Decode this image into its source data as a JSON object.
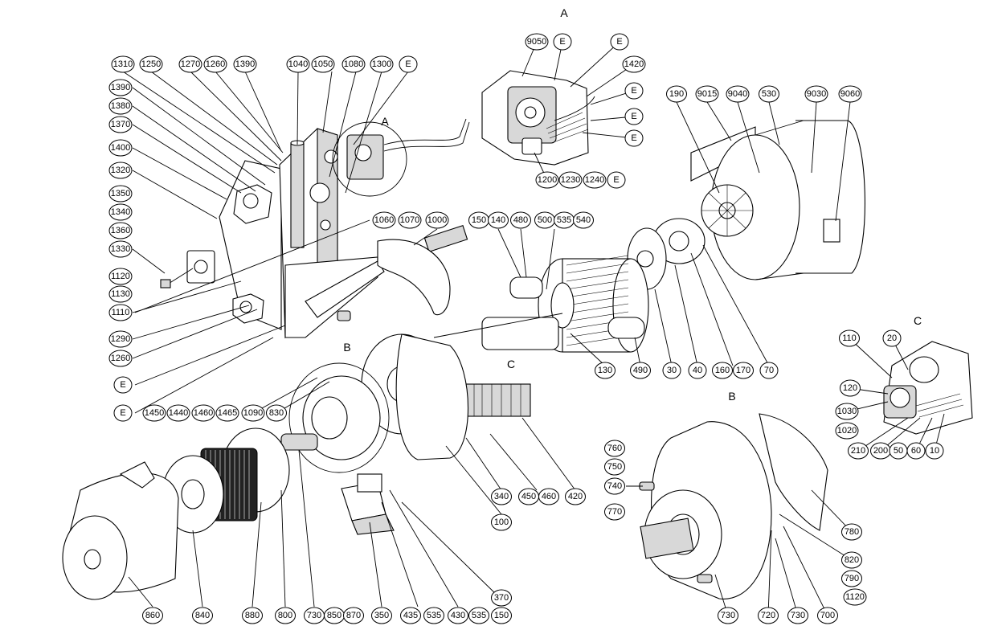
{
  "sections": {
    "a_top": "A",
    "a_mid": "A",
    "b_mid": "B",
    "c_mid": "C",
    "b_detail": "B",
    "c_detail": "C"
  },
  "callouts": [
    "9050",
    "E",
    "E",
    "1420",
    "E",
    "E",
    "E",
    "1200",
    "1230",
    "1240",
    "E",
    "1310",
    "1250",
    "1270",
    "1260",
    "1390",
    "1040",
    "1050",
    "1080",
    "1300",
    "E",
    "1390",
    "1380",
    "1370",
    "1400",
    "1320",
    "1350",
    "1340",
    "1360",
    "1330",
    "1120",
    "1130",
    "1110",
    "1290",
    "1260",
    "E",
    "E",
    "1060",
    "1070",
    "1000",
    "150",
    "140",
    "480",
    "500",
    "535",
    "540",
    "190",
    "9015",
    "9040",
    "530",
    "9030",
    "9060",
    "130",
    "490",
    "30",
    "40",
    "160",
    "170",
    "70",
    "110",
    "20",
    "120",
    "1030",
    "1020",
    "210",
    "200",
    "50",
    "60",
    "10",
    "1450",
    "1440",
    "1460",
    "1465",
    "1090",
    "830",
    "340",
    "450",
    "460",
    "420",
    "100",
    "760",
    "750",
    "740",
    "770",
    "780",
    "820",
    "790",
    "1120",
    "860",
    "840",
    "880",
    "800",
    "730",
    "850",
    "870",
    "350",
    "435",
    "535",
    "430",
    "535",
    "370",
    "150",
    "730",
    "720",
    "730",
    "700"
  ]
}
